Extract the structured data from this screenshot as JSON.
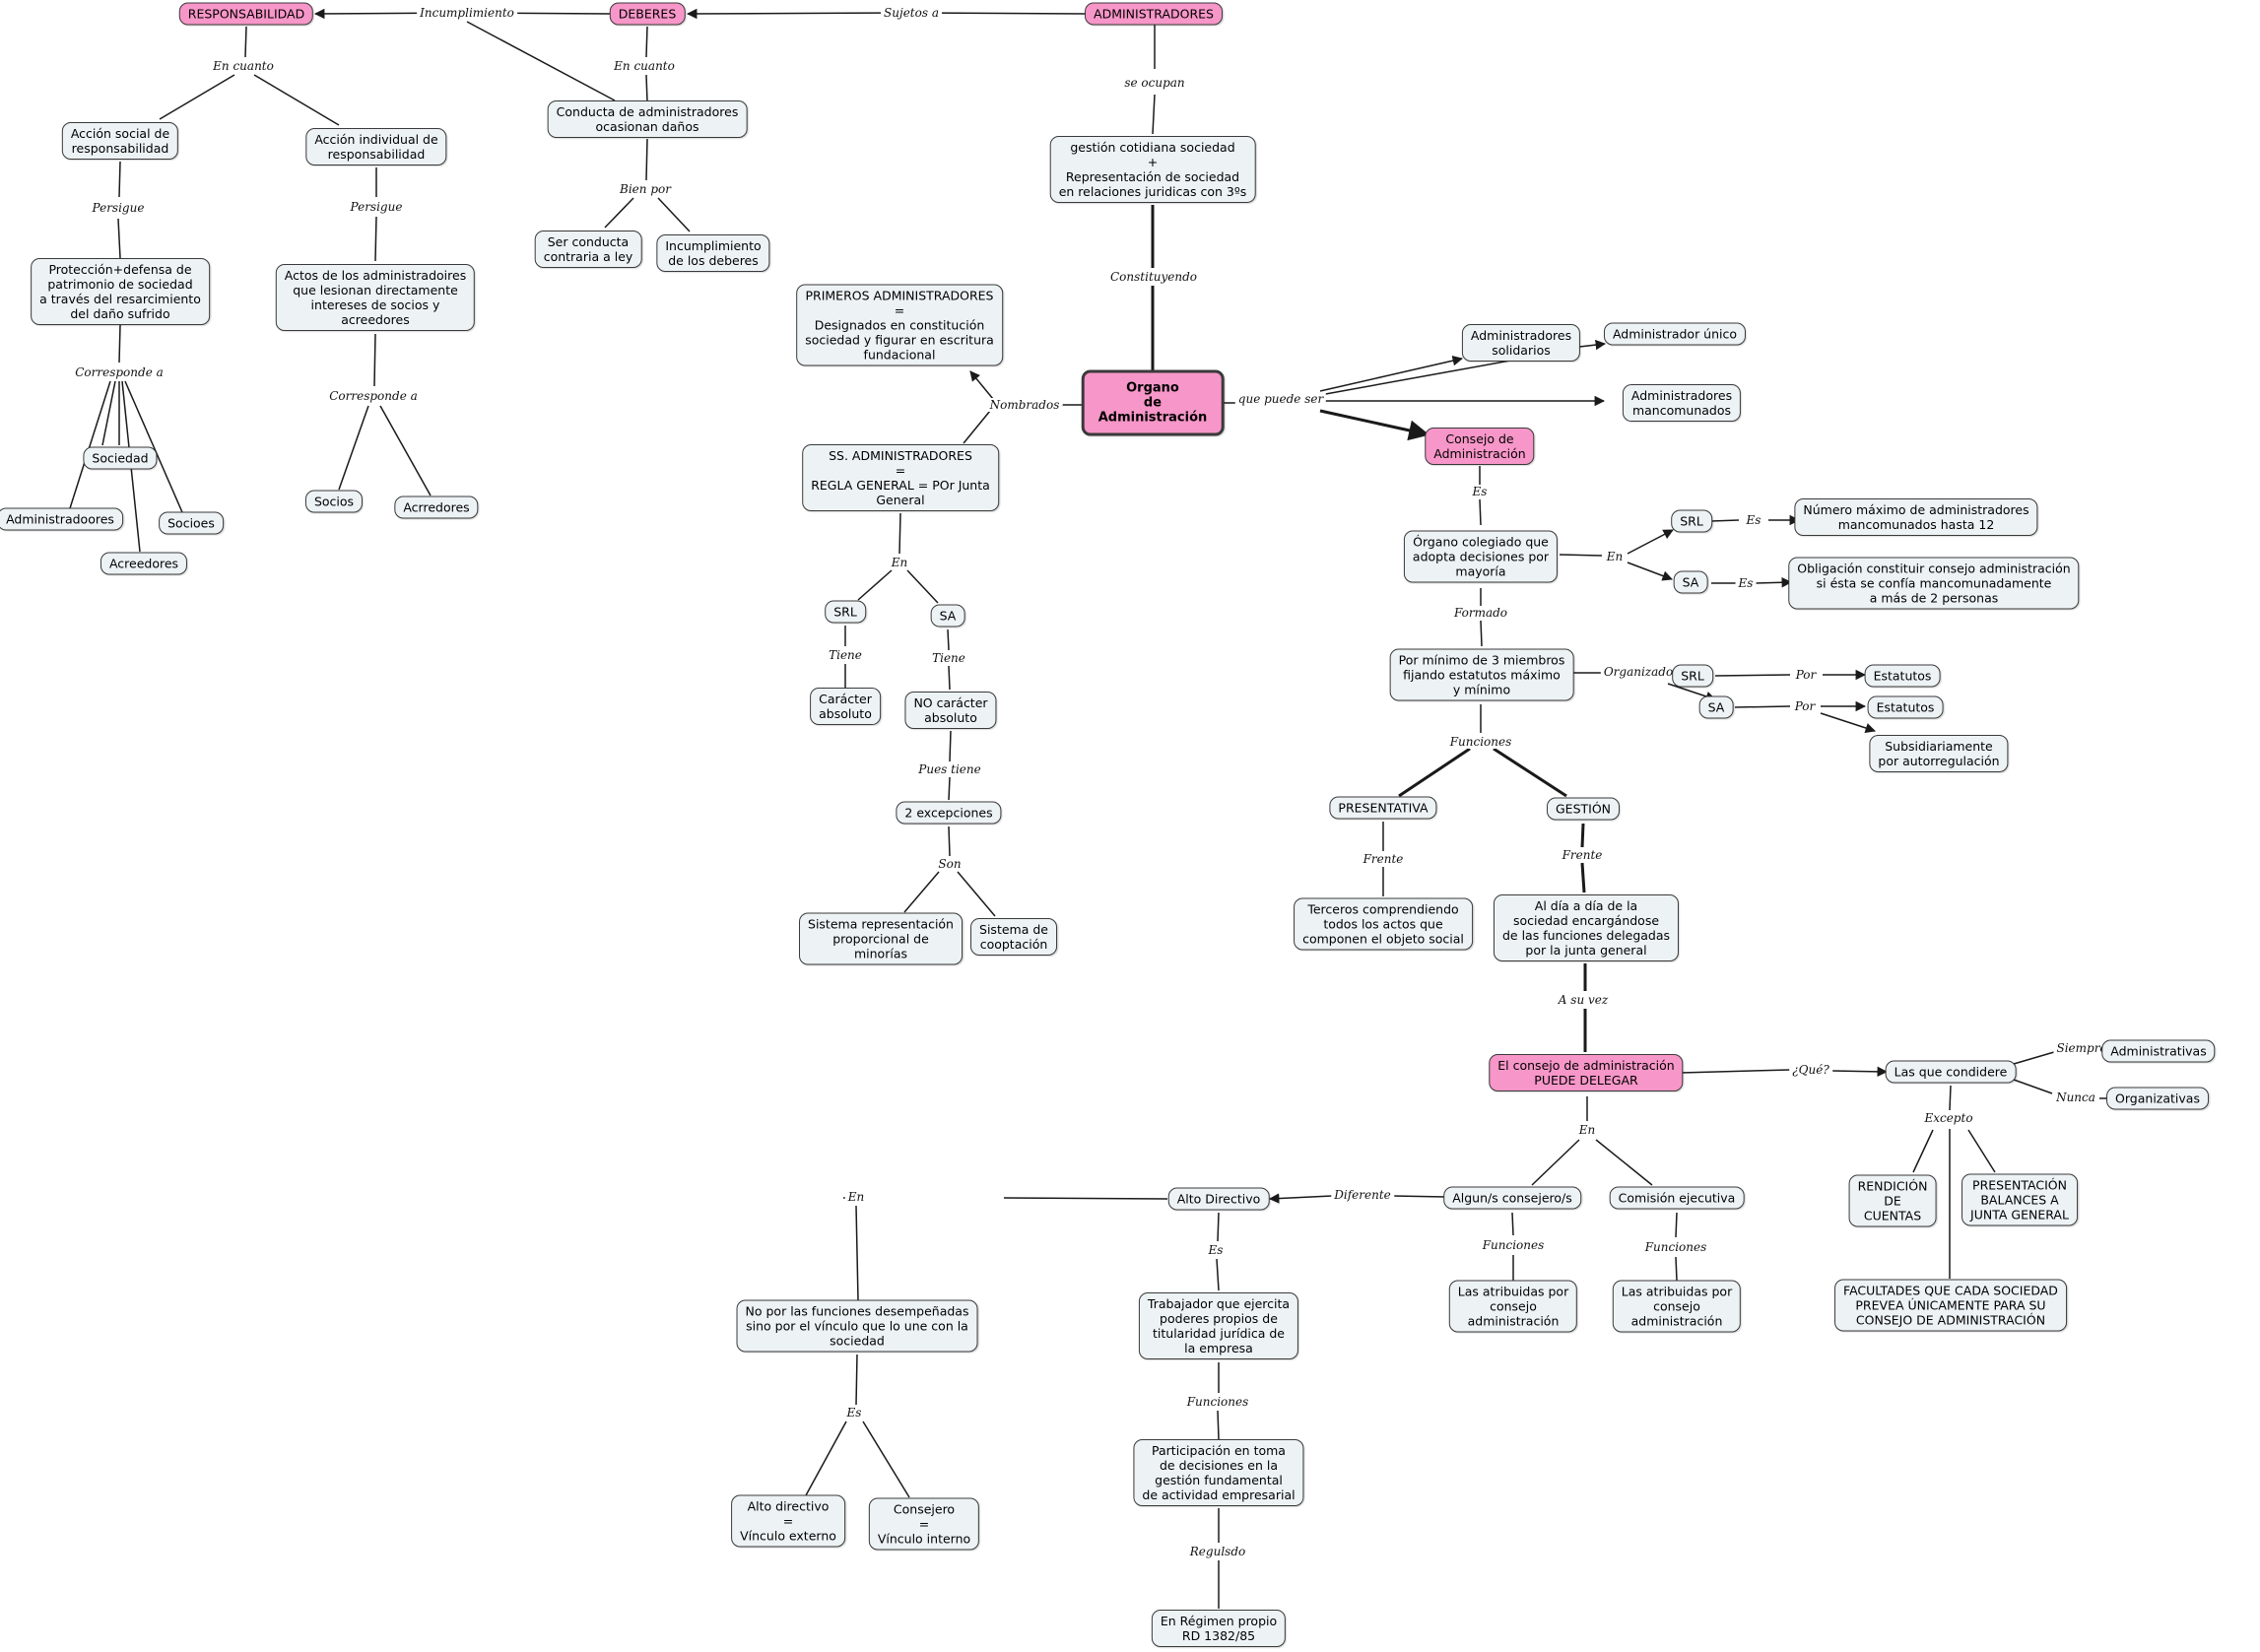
{
  "colors": {
    "node_fill": "#edf3f5",
    "highlight_fill": "#f796c8",
    "border": "#3a3a3a",
    "line": "#1a1a1a"
  },
  "concepts": [
    {
      "id": "responsabilidad",
      "text": "RESPONSABILIDAD",
      "style": "pink"
    },
    {
      "id": "deberes",
      "text": "DEBERES",
      "style": "pink"
    },
    {
      "id": "administradores",
      "text": "ADMINISTRADORES",
      "style": "pink"
    },
    {
      "id": "accion_social",
      "text": "Acción social de\nresponsabilidad"
    },
    {
      "id": "accion_individual",
      "text": "Acción individual de\nresponsabilidad"
    },
    {
      "id": "conducta",
      "text": "Conducta de administradores\nocasionan daños"
    },
    {
      "id": "gestion_cotidiana",
      "text": "gestión cotidiana sociedad\n+\nRepresentación de sociedad\nen relaciones juridicas con 3ºs"
    },
    {
      "id": "ser_conducta",
      "text": "Ser conducta\ncontraria a ley"
    },
    {
      "id": "incumplimiento_deberes",
      "text": "Incumplimiento\nde los deberes"
    },
    {
      "id": "proteccion",
      "text": "Protección+defensa de\npatrimonio de sociedad\na través del resarcimiento\ndel daño sufrido"
    },
    {
      "id": "actos",
      "text": "Actos de los administradoires\nque lesionan directamente\nintereses de socios y\nacreedores"
    },
    {
      "id": "sociedad",
      "text": "Sociedad"
    },
    {
      "id": "administradoores",
      "text": "Administradoores"
    },
    {
      "id": "socioes",
      "text": "Socioes"
    },
    {
      "id": "acreedores",
      "text": "Acreedores"
    },
    {
      "id": "socios",
      "text": "Socios"
    },
    {
      "id": "acrredores",
      "text": "Acrredores"
    },
    {
      "id": "primeros",
      "text": "PRIMEROS ADMINISTRADORES\n=\nDesignados en constitución\nsociedad y figurar en escritura\nfundacional"
    },
    {
      "id": "organo",
      "text": "Organo\nde\nAdministración",
      "style": "central"
    },
    {
      "id": "ss_admin",
      "text": "SS. ADMINISTRADORES\n=\nREGLA GENERAL = POr Junta\nGeneral"
    },
    {
      "id": "srl_a",
      "text": "SRL"
    },
    {
      "id": "sa_a",
      "text": "SA"
    },
    {
      "id": "caracter",
      "text": "Carácter\nabsoluto"
    },
    {
      "id": "no_caracter",
      "text": "NO carácter\nabsoluto"
    },
    {
      "id": "dos_excepciones",
      "text": "2 excepciones"
    },
    {
      "id": "sistema_rep",
      "text": "Sistema representación\nproporcional de\nminorías"
    },
    {
      "id": "sistema_coopt",
      "text": "Sistema de\ncooptación"
    },
    {
      "id": "admin_solidarios",
      "text": "Administradores\nsolidarios"
    },
    {
      "id": "admin_unico",
      "text": "Administrador único"
    },
    {
      "id": "admin_mancomunados",
      "text": "Administradores\nmancomunados"
    },
    {
      "id": "consejo",
      "text": "Consejo de\nAdministración",
      "style": "pink"
    },
    {
      "id": "organo_colegiado",
      "text": "Órgano colegiado que\nadopta decisiones por\nmayoría"
    },
    {
      "id": "srl_b",
      "text": "SRL"
    },
    {
      "id": "sa_b",
      "text": "SA"
    },
    {
      "id": "num_max",
      "text": "Número máximo de administradores\nmancomunados hasta 12"
    },
    {
      "id": "obligacion",
      "text": "Obligación constituir consejo administración\nsi ésta se confía mancomunadamente\na más de 2 personas"
    },
    {
      "id": "minimo3",
      "text": "Por mínimo de 3 miembros\nfijando estatutos máximo\ny mínimo"
    },
    {
      "id": "srl_c",
      "text": "SRL"
    },
    {
      "id": "sa_c",
      "text": "SA"
    },
    {
      "id": "estatutos_1",
      "text": "Estatutos"
    },
    {
      "id": "estatutos_2",
      "text": "Estatutos"
    },
    {
      "id": "subsidiariamente",
      "text": "Subsidiariamente\npor autorregulación"
    },
    {
      "id": "presentativa",
      "text": "PRESENTATIVA"
    },
    {
      "id": "gestion",
      "text": "GESTIÓN"
    },
    {
      "id": "terceros",
      "text": "Terceros comprendiendo\ntodos los actos que\ncomponen el objeto social"
    },
    {
      "id": "al_dia",
      "text": "Al día a día de la\nsociedad encargándose\nde las funciones delegadas\npor la junta general"
    },
    {
      "id": "puede_delegar",
      "text": "El consejo de administración\nPUEDE DELEGAR",
      "style": "pink"
    },
    {
      "id": "las_que",
      "text": "Las que condidere"
    },
    {
      "id": "administrativas",
      "text": "Administrativas"
    },
    {
      "id": "organizativas",
      "text": "Organizativas"
    },
    {
      "id": "rendicion",
      "text": "RENDICIÓN\nDE\nCUENTAS"
    },
    {
      "id": "presentacion",
      "text": "PRESENTACIÓN\nBALANCES A\nJUNTA GENERAL"
    },
    {
      "id": "facultades",
      "text": "FACULTADES QUE CADA SOCIEDAD\nPREVEA ÚNICAMENTE PARA SU\nCONSEJO DE ADMINISTRACIÓN"
    },
    {
      "id": "algun_consejero",
      "text": "Algun/s consejero/s"
    },
    {
      "id": "comision",
      "text": "Comisión ejecutiva"
    },
    {
      "id": "alto_directivo",
      "text": "Alto Directivo"
    },
    {
      "id": "atrib_1",
      "text": "Las atribuidas por\nconsejo\nadministración"
    },
    {
      "id": "atrib_2",
      "text": "Las atribuidas por\nconsejo\nadministración"
    },
    {
      "id": "trabajador",
      "text": "Trabajador que ejercita\npoderes propios de\ntitularidad jurídica de\nla empresa"
    },
    {
      "id": "no_por",
      "text": "No por las funciones desempeñadas\nsino por el vínculo que lo une con la\nsociedad"
    },
    {
      "id": "participacion",
      "text": "Participación en toma\nde decisiones en la\ngestión fundamental\nde actividad empresarial"
    },
    {
      "id": "alto_externo",
      "text": "Alto directivo\n=\nVínculo externo"
    },
    {
      "id": "consejero_interno",
      "text": "Consejero\n=\nVínculo interno"
    },
    {
      "id": "regimen",
      "text": "En Régimen propio\nRD 1382/85"
    }
  ],
  "link_labels": [
    {
      "id": "l_incumplimiento",
      "text": "Incumplimiento"
    },
    {
      "id": "l_sujetos",
      "text": "Sujetos a"
    },
    {
      "id": "l_se_ocupan",
      "text": "se ocupan"
    },
    {
      "id": "l_en_cuanto_1",
      "text": "En cuanto"
    },
    {
      "id": "l_en_cuanto_2",
      "text": "En cuanto"
    },
    {
      "id": "l_persigue_1",
      "text": "Persigue"
    },
    {
      "id": "l_persigue_2",
      "text": "Persigue"
    },
    {
      "id": "l_bien_por",
      "text": "Bien por"
    },
    {
      "id": "l_corresponde_1",
      "text": "Corresponde a"
    },
    {
      "id": "l_corresponde_2",
      "text": "Corresponde a"
    },
    {
      "id": "l_constituyendo",
      "text": "Constituyendo"
    },
    {
      "id": "l_nombrados",
      "text": "Nombrados"
    },
    {
      "id": "l_que_puede_ser",
      "text": "que puede ser"
    },
    {
      "id": "l_en_1",
      "text": "En"
    },
    {
      "id": "l_tiene_1",
      "text": "Tiene"
    },
    {
      "id": "l_tiene_2",
      "text": "Tiene"
    },
    {
      "id": "l_pues_tiene",
      "text": "Pues tiene"
    },
    {
      "id": "l_son",
      "text": "Son"
    },
    {
      "id": "l_es_1",
      "text": "Es"
    },
    {
      "id": "l_en_2",
      "text": "En"
    },
    {
      "id": "l_es_2",
      "text": "Es"
    },
    {
      "id": "l_es_3",
      "text": "Es"
    },
    {
      "id": "l_formado",
      "text": "Formado"
    },
    {
      "id": "l_organizado",
      "text": "Organizado"
    },
    {
      "id": "l_por_1",
      "text": "Por"
    },
    {
      "id": "l_por_2",
      "text": "Por"
    },
    {
      "id": "l_funciones_1",
      "text": "Funciones"
    },
    {
      "id": "l_frente_1",
      "text": "Frente"
    },
    {
      "id": "l_frente_2",
      "text": "Frente"
    },
    {
      "id": "l_a_su_vez",
      "text": "A su vez"
    },
    {
      "id": "l_que",
      "text": "¿Qué?"
    },
    {
      "id": "l_siempre",
      "text": "Siempre"
    },
    {
      "id": "l_nunca",
      "text": "Nunca"
    },
    {
      "id": "l_excepto",
      "text": "Excepto"
    },
    {
      "id": "l_en_3",
      "text": "En"
    },
    {
      "id": "l_diferente",
      "text": "Diferente"
    },
    {
      "id": "l_funciones_2",
      "text": "Funciones"
    },
    {
      "id": "l_funciones_3",
      "text": "Funciones"
    },
    {
      "id": "l_en_4",
      "text": "En"
    },
    {
      "id": "l_es_4",
      "text": "Es"
    },
    {
      "id": "l_funciones_4",
      "text": "Funciones"
    },
    {
      "id": "l_es_5",
      "text": "Es"
    },
    {
      "id": "l_regulsdo",
      "text": "Regulsdo"
    }
  ]
}
